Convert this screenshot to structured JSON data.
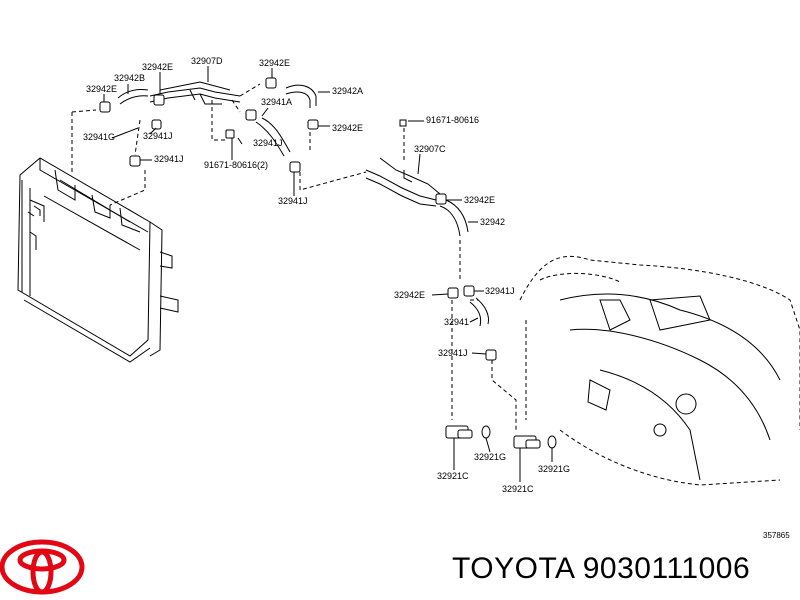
{
  "labels": {
    "l32942e_a": "32942E",
    "l32942b": "32942B",
    "l32942e_b": "32942E",
    "l32907d": "32907D",
    "l32942e_c": "32942E",
    "l32942a": "32942A",
    "l32941a": "32941A",
    "l32941g": "32941G",
    "l32941j_a": "32941J",
    "l32941j_b": "32941J",
    "l32942e_d": "32942E",
    "l91671_a": "91671-80616",
    "l32941j_c": "32941J",
    "l91671_b": "91671-80616(2)",
    "l32907c": "32907C",
    "l32941j_d": "32941J",
    "l32942e_e": "32942E",
    "l32942": "32942",
    "l32942e_f": "32942E",
    "l32941j_e": "32941J",
    "l32941": "32941",
    "l32941j_f": "32941J",
    "l32921g_a": "32921G",
    "l32921g_b": "32921G",
    "l32921c_a": "32921C",
    "l32921c_b": "32921C"
  },
  "diagram_code": "357865",
  "title": "TOYOTA 9030111006",
  "logo": "toyota-logo"
}
